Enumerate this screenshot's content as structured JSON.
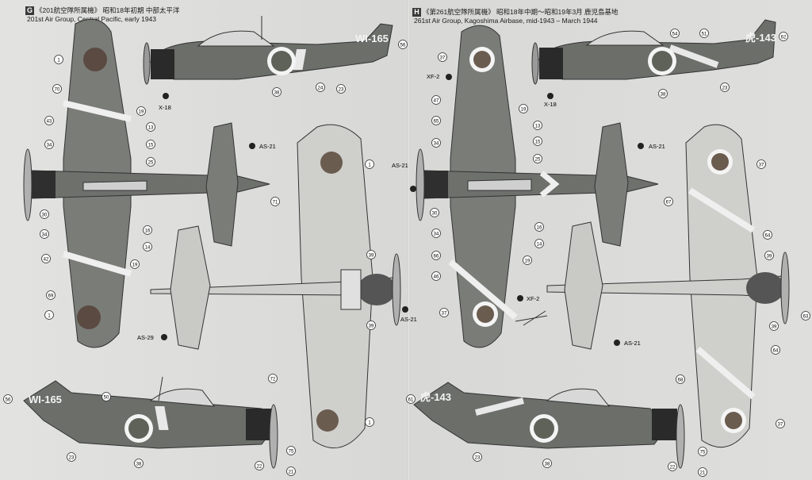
{
  "panel_g": {
    "badge": "G",
    "title_jp": "《201航空隊所属機》 昭和18年初期 中部太平洋",
    "title_en": "201st Air Group, Central Pacific, early 1943",
    "tail_code": "WI-165",
    "callouts": [
      "1",
      "70",
      "19",
      "43",
      "13",
      "34",
      "15",
      "25",
      "30",
      "34",
      "16",
      "14",
      "42",
      "19",
      "69",
      "1",
      "38",
      "24",
      "23",
      "56",
      "X-18",
      "AS-21",
      "AS-29",
      "AS-21",
      "1",
      "71",
      "39",
      "39",
      "72",
      "1",
      "56",
      "50",
      "23",
      "38",
      "22",
      "75",
      "21"
    ]
  },
  "panel_h": {
    "badge": "H",
    "title_jp": "《第261航空隊所属機》 昭和18年中期〜昭和19年3月 鹿児島基地",
    "title_en": "261st Air Group, Kagoshima Airbase, mid-1943 – March 1944",
    "tail_code": "虎-143",
    "callouts": [
      "37",
      "XF-2",
      "47",
      "65",
      "34",
      "30",
      "34",
      "66",
      "46",
      "37",
      "19",
      "13",
      "15",
      "25",
      "16",
      "14",
      "19",
      "XF-2",
      "54",
      "51",
      "62",
      "38",
      "23",
      "X-18",
      "AS-21",
      "AS-21",
      "37",
      "67",
      "64",
      "39",
      "39",
      "64",
      "63",
      "68",
      "37",
      "AS-21",
      "61",
      "23",
      "38",
      "22",
      "75",
      "21"
    ]
  }
}
